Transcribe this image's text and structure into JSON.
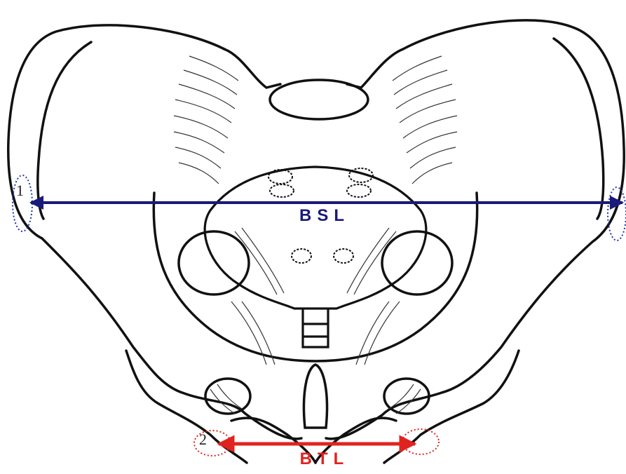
{
  "labels": {
    "bsl": "BSL",
    "btl": "BTL",
    "marker_1": "1",
    "marker_2": "2"
  },
  "colors": {
    "bsl_arrow": "#1a1a7a",
    "btl_arrow": "#e0231f",
    "bsl_label": "#1a1a7a",
    "btl_label": "#e0231f",
    "ellipse_left": "#2233aa",
    "ellipse_right": "#e0231f",
    "outline": "#111111"
  }
}
